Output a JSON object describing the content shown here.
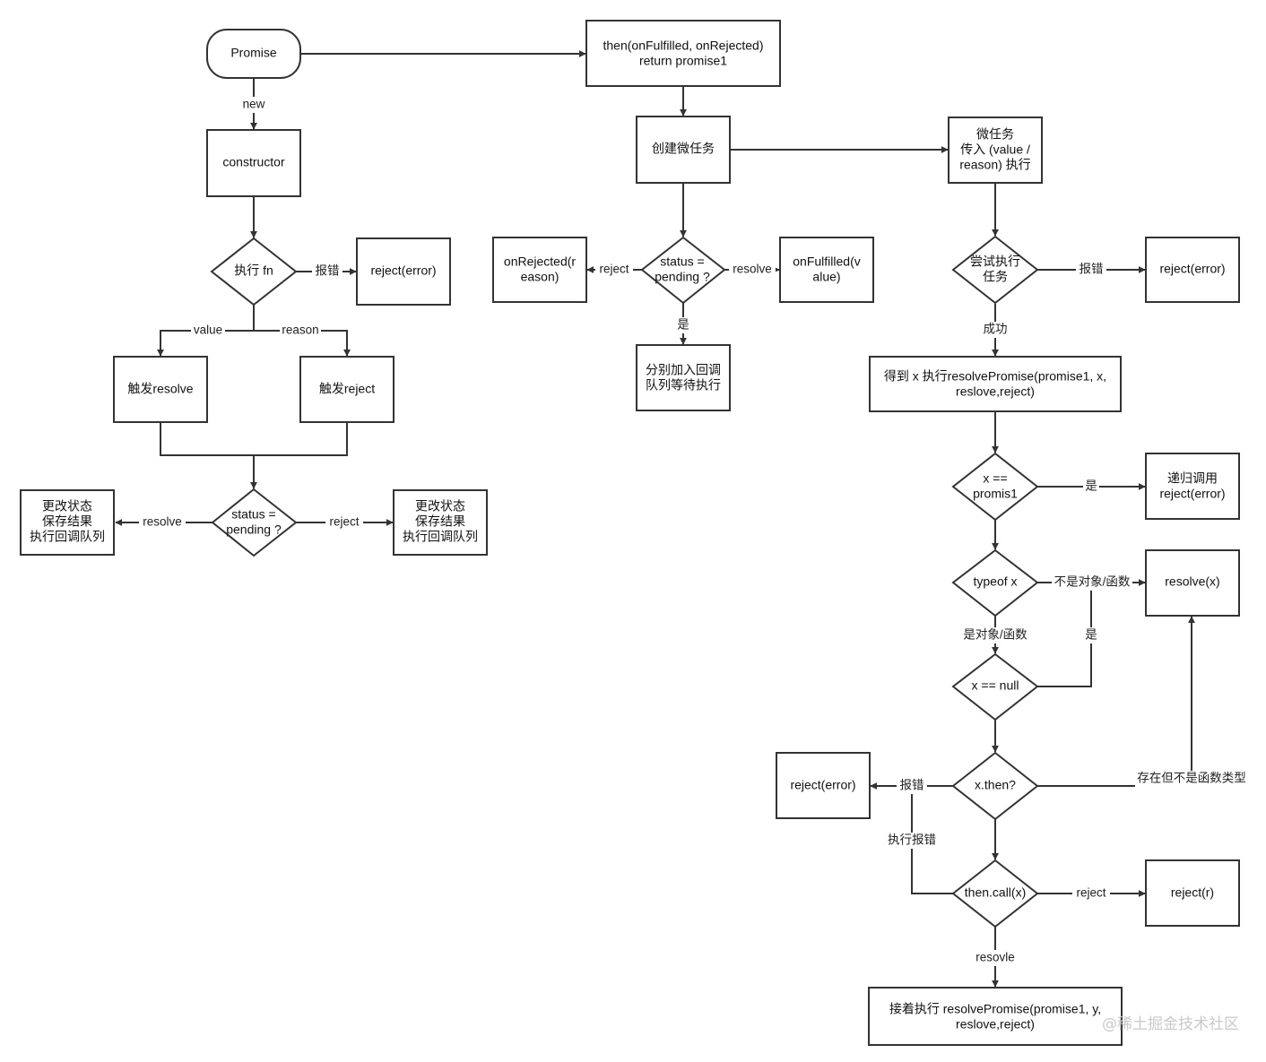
{
  "nodes": {
    "promise": "Promise",
    "constructor": "constructor",
    "exec_fn": "执行 fn",
    "reject_error_1": "reject(error)",
    "trigger_resolve": "触发resolve",
    "trigger_reject": "触发reject",
    "status_pending_1": [
      "status =",
      "pending ?"
    ],
    "change_state_left": [
      "更改状态",
      "保存结果",
      "执行回调队列"
    ],
    "change_state_right": [
      "更改状态",
      "保存结果",
      "执行回调队列"
    ],
    "then": [
      "then(onFulfilled, onRejected)",
      "return promise1"
    ],
    "create_microtask": "创建微任务",
    "status_pending_2": [
      "status =",
      "pending ?"
    ],
    "on_rejected": [
      "onRejected(r",
      "eason)"
    ],
    "on_fulfilled": [
      "onFulfilled(v",
      "alue)"
    ],
    "add_to_queue": [
      "分别加入回调",
      "队列等待执行"
    ],
    "microtask": [
      "微任务",
      "传入 (value /",
      "reason) 执行"
    ],
    "try_task": [
      "尝试执行",
      "任务"
    ],
    "reject_error_2": "reject(error)",
    "get_x": [
      "得到 x 执行resolvePromise(promise1, x,",
      "reslove,reject)"
    ],
    "x_eq_promise": [
      "x ==",
      "promis1"
    ],
    "recursive_call": [
      "递归调用",
      "reject(error)"
    ],
    "typeof_x": "typeof x",
    "resolve_x": "resolve(x)",
    "x_eq_null": "x == null",
    "x_then": "x.then?",
    "reject_error_3": "reject(error)",
    "then_call": "then.call(x)",
    "reject_r": "reject(r)",
    "next_resolve_promise": [
      "接着执行 resolvePromise(promise1, y,",
      "reslove,reject)"
    ]
  },
  "edge_labels": {
    "new": "new",
    "error_1": "报错",
    "value": "value",
    "reason": "reason",
    "resolve_1": "resolve",
    "reject_1": "reject",
    "reject_2": "reject",
    "resolve_2": "resolve",
    "yes_1": "是",
    "error_2": "报错",
    "success": "成功",
    "yes_2": "是",
    "not_object": "不是对象/函数",
    "is_object": "是对象/函数",
    "yes_3": "是",
    "error_3": "报错",
    "exists_not_fn": "存在但不是函数类型",
    "exec_error": "执行报错",
    "reject_3": "reject",
    "resovle": "resovle"
  },
  "watermark": "@稀土掘金技术社区"
}
